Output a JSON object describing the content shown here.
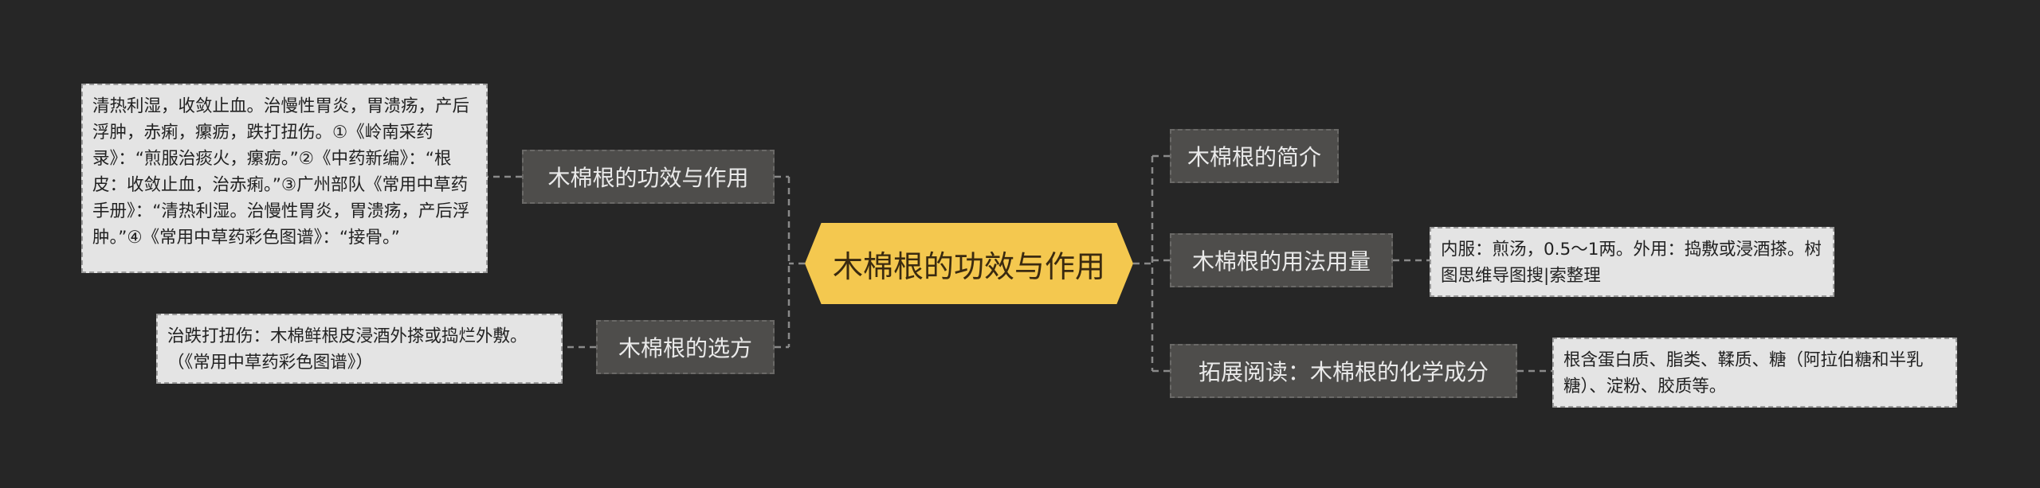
{
  "center": {
    "label": "木棉根的功效与作用"
  },
  "left_branches": [
    {
      "label": "木棉根的功效与作用",
      "detail": "清热利湿，收敛止血。治慢性胃炎，胃溃疡，产后浮肿，赤痢，瘰疬，跌打扭伤。①《岭南采药录》：“煎服治痰火，瘰疬。”②《中药新编》：“根皮：收敛止血，治赤痢。”③广州部队《常用中草药手册》：“清热利湿。治慢性胃炎，胃溃疡，产后浮肿。”④《常用中草药彩色图谱》：“接骨。”"
    },
    {
      "label": "木棉根的选方",
      "detail": "治跌打扭伤：木棉鲜根皮浸酒外搽或捣烂外敷。（《常用中草药彩色图谱》）"
    }
  ],
  "right_branches": [
    {
      "label": "木棉根的简介"
    },
    {
      "label": "木棉根的用法用量",
      "detail": "内服：煎汤，0.5～1两。外用：捣敷或浸酒搽。树图思维导图搜|索整理"
    },
    {
      "label": "拓展阅读：木棉根的化学成分",
      "detail": "根含蛋白质、脂类、鞣质、糖（阿拉伯糖和半乳糖）、淀粉、胶质等。"
    }
  ],
  "colors": {
    "background": "#262626",
    "center_fill": "#F4C84F",
    "branch_fill": "#4E4D4B",
    "leaf_fill": "#E4E4E4",
    "connector": "#8A8A8A"
  }
}
